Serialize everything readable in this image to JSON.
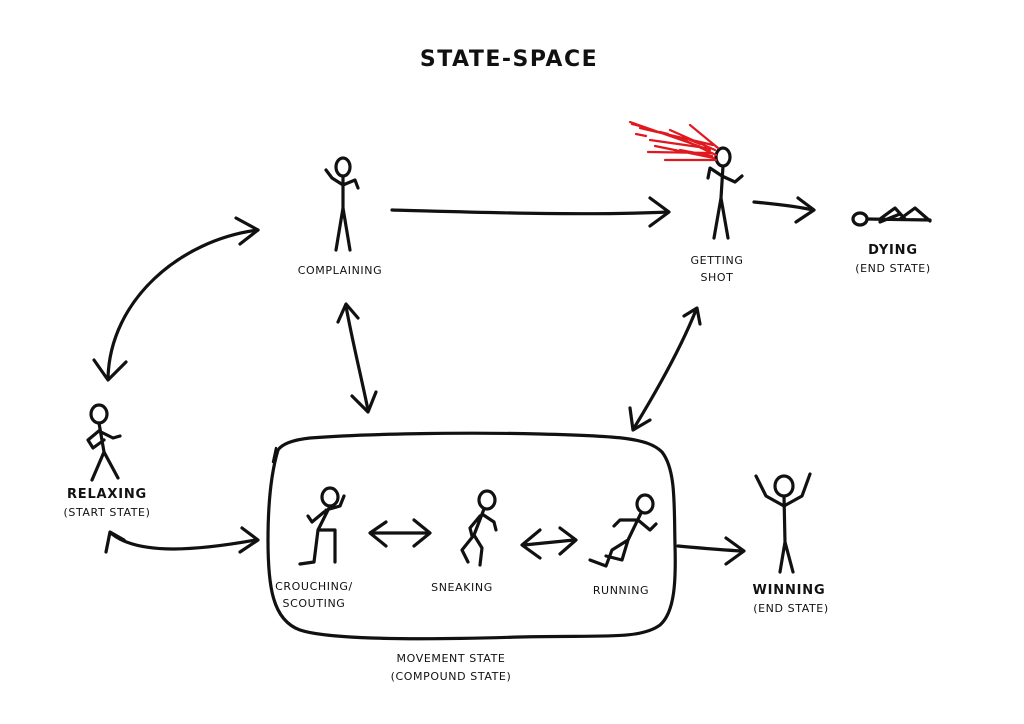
{
  "title": "STATE-SPACE",
  "states": {
    "complaining": {
      "label": "COMPLAINING"
    },
    "getting_shot": {
      "label_line1": "GETTING",
      "label_line2": "SHOT"
    },
    "dying": {
      "label": "DYING",
      "sublabel": "(END STATE)"
    },
    "relaxing": {
      "label": "RELAXING",
      "sublabel": "(START STATE)"
    },
    "crouching": {
      "label_line1": "CROUCHING/",
      "label_line2": "SCOUTING"
    },
    "sneaking": {
      "label": "SNEAKING"
    },
    "running": {
      "label": "RUNNING"
    },
    "winning": {
      "label": "WINNING",
      "sublabel": "(END STATE)"
    }
  },
  "compound": {
    "label": "MOVEMENT STATE",
    "sublabel": "(COMPOUND STATE)"
  },
  "transitions": [
    {
      "from": "complaining",
      "to": "relaxing",
      "direction": "both"
    },
    {
      "from": "complaining",
      "to": "getting_shot",
      "direction": "forward"
    },
    {
      "from": "getting_shot",
      "to": "dying",
      "direction": "forward"
    },
    {
      "from": "complaining",
      "to": "movement_state",
      "direction": "both"
    },
    {
      "from": "getting_shot",
      "to": "movement_state",
      "direction": "both"
    },
    {
      "from": "relaxing",
      "to": "movement_state",
      "direction": "both"
    },
    {
      "from": "crouching",
      "to": "sneaking",
      "direction": "both"
    },
    {
      "from": "sneaking",
      "to": "running",
      "direction": "both"
    },
    {
      "from": "movement_state",
      "to": "winning",
      "direction": "forward"
    }
  ],
  "colors": {
    "ink": "#111111",
    "blood": "#e0191f",
    "background": "#ffffff"
  }
}
